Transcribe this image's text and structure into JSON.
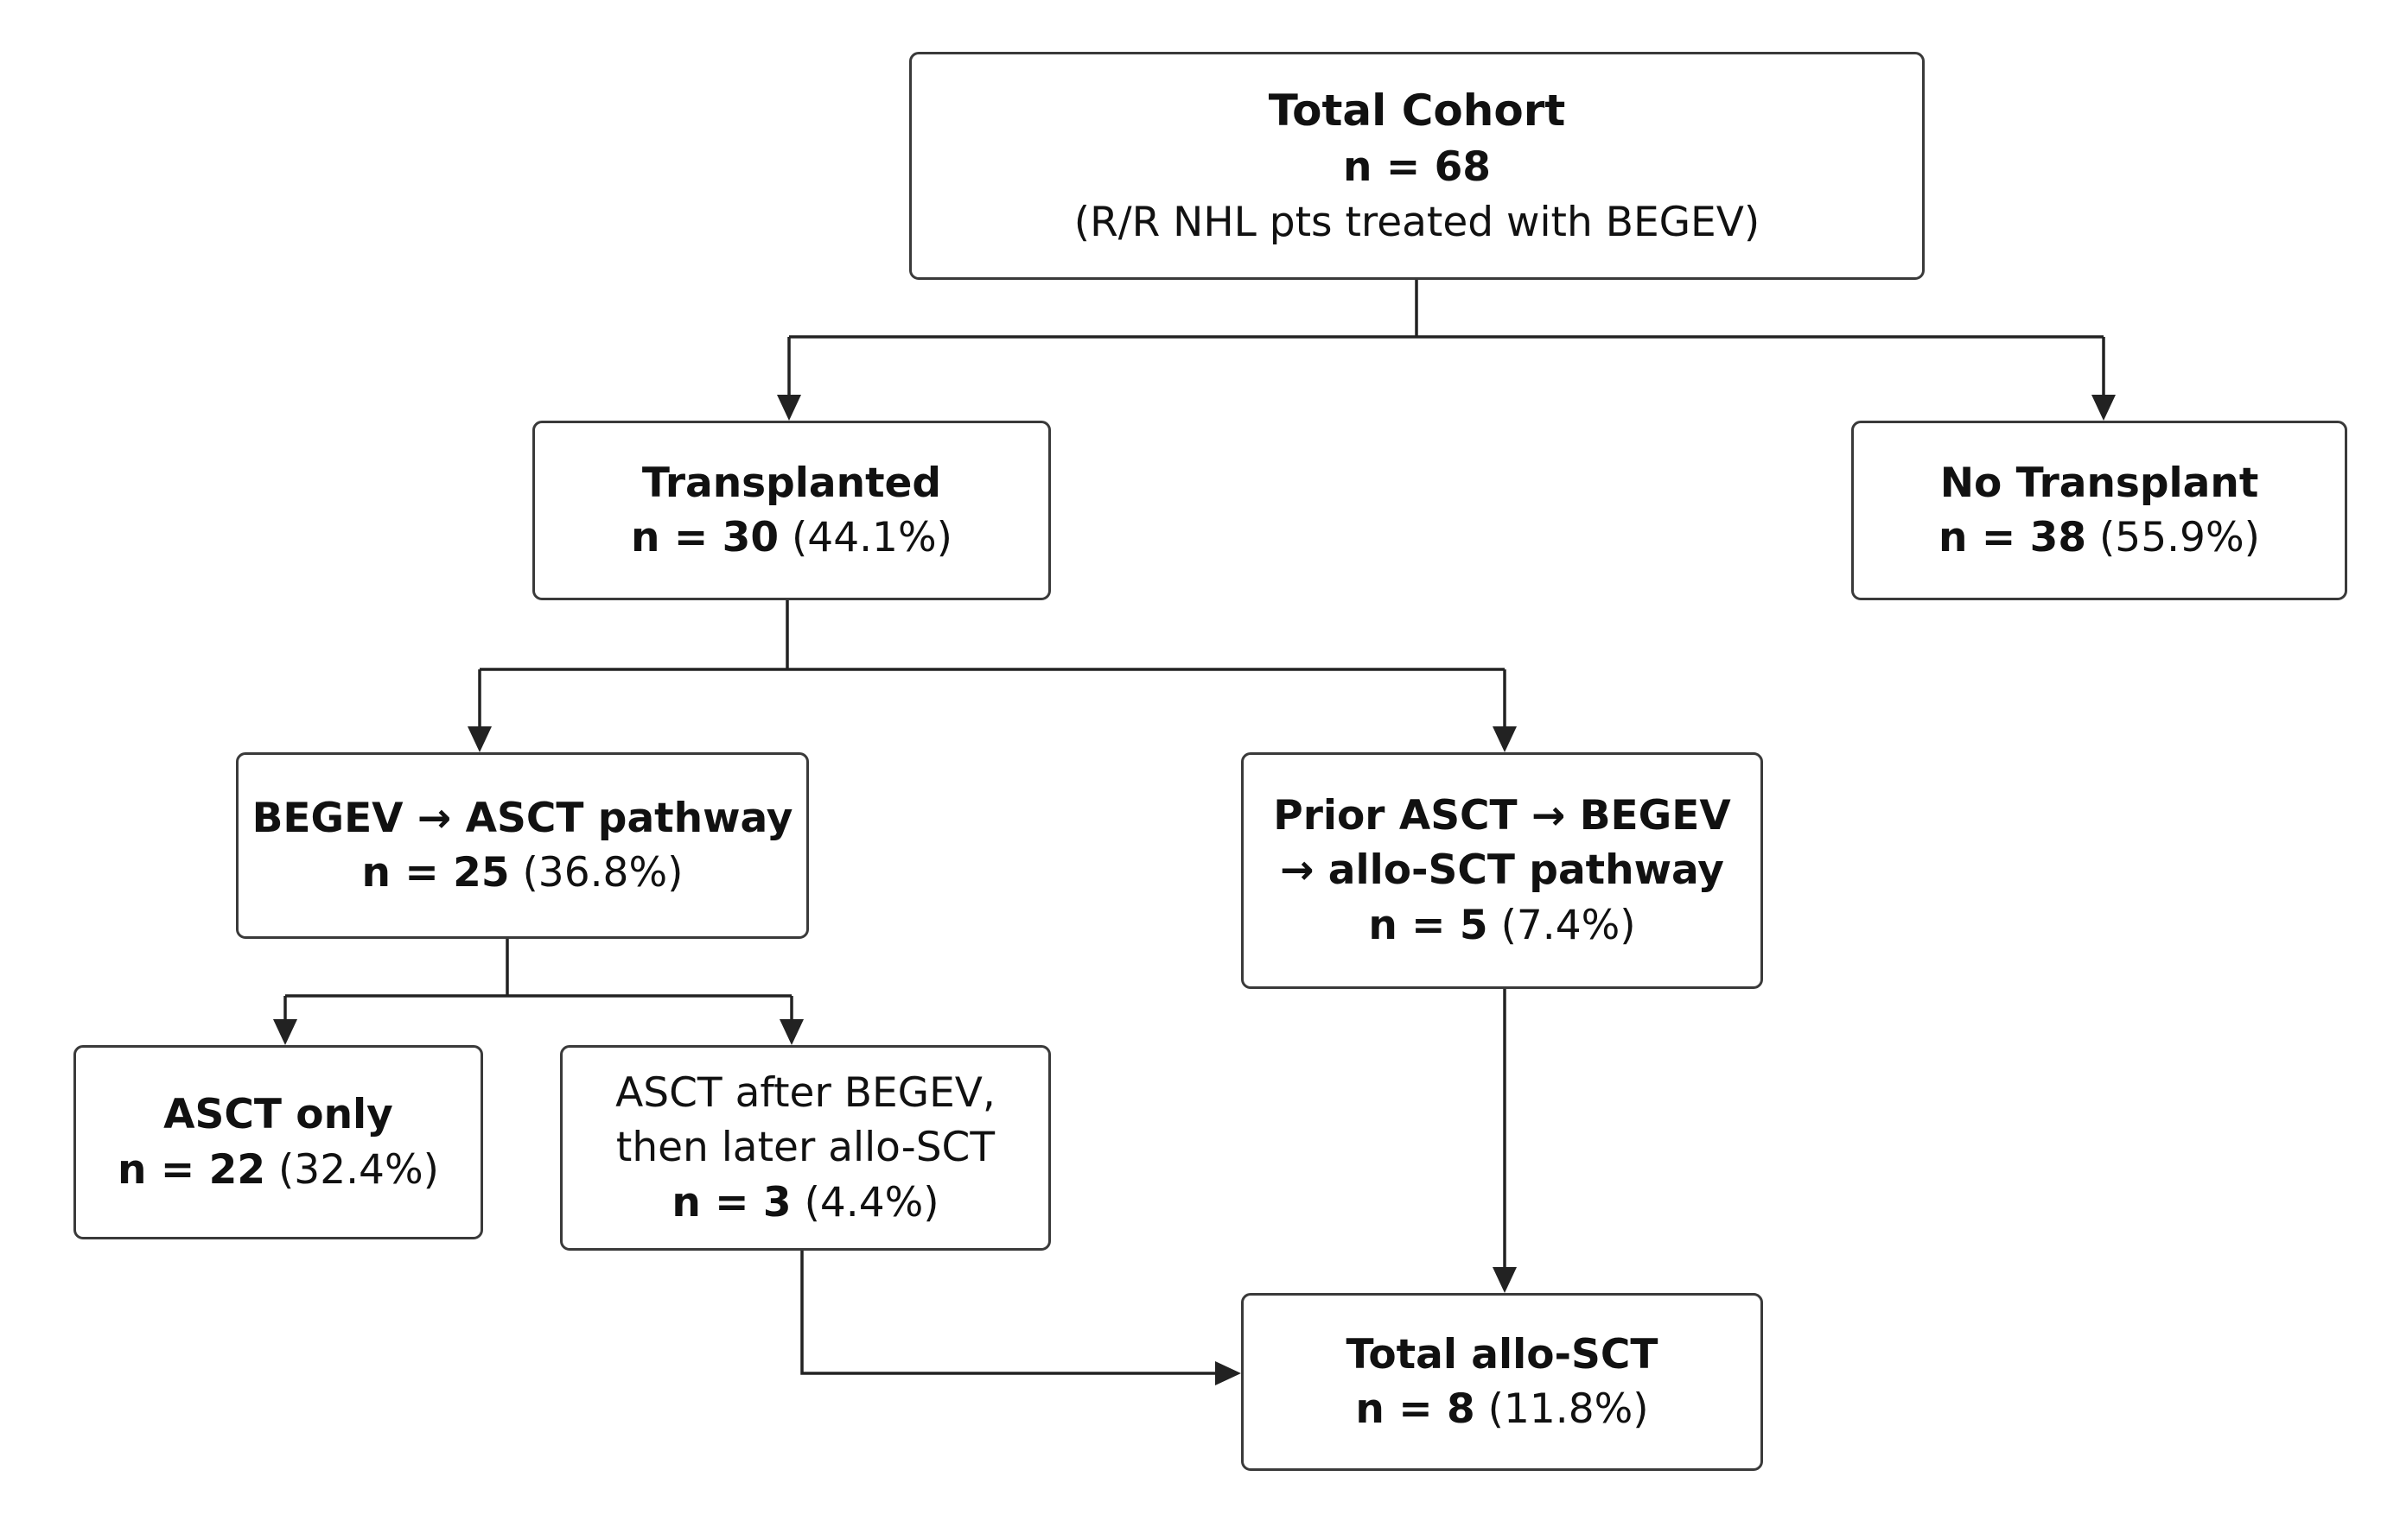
{
  "nodes": {
    "total_cohort": {
      "title": "Total Cohort",
      "n_label": "n = ",
      "n": "68",
      "subtitle": "(R/R NHL pts treated with BEGEV)"
    },
    "transplanted": {
      "title": "Transplanted",
      "n_label": "n = ",
      "n": "30",
      "pct": " (44.1%)"
    },
    "no_transplant": {
      "title": "No Transplant",
      "n_label": "n = ",
      "n": "38",
      "pct": " (55.9%)"
    },
    "begev_asct": {
      "title": "BEGEV → ASCT pathway",
      "n_label": "n = ",
      "n": "25",
      "pct": " (36.8%)"
    },
    "prior_asct": {
      "title_line1": "Prior ASCT → BEGEV",
      "title_line2": "→ allo-SCT pathway",
      "n_label": "n = ",
      "n": "5",
      "pct": " (7.4%)"
    },
    "asct_only": {
      "title": "ASCT only",
      "n_label": "n = ",
      "n": "22",
      "pct": " (32.4%)"
    },
    "asct_after": {
      "line1": "ASCT after BEGEV,",
      "line2": "then later allo-SCT",
      "n_label": "n = ",
      "n": "3",
      "pct": " (4.4%)"
    },
    "total_allo": {
      "title": "Total allo-SCT",
      "n_label": "n = ",
      "n": "8",
      "pct": " (11.8%)"
    }
  },
  "colors": {
    "border": "#3a3a3a",
    "connector": "#222222",
    "text": "#111111"
  }
}
